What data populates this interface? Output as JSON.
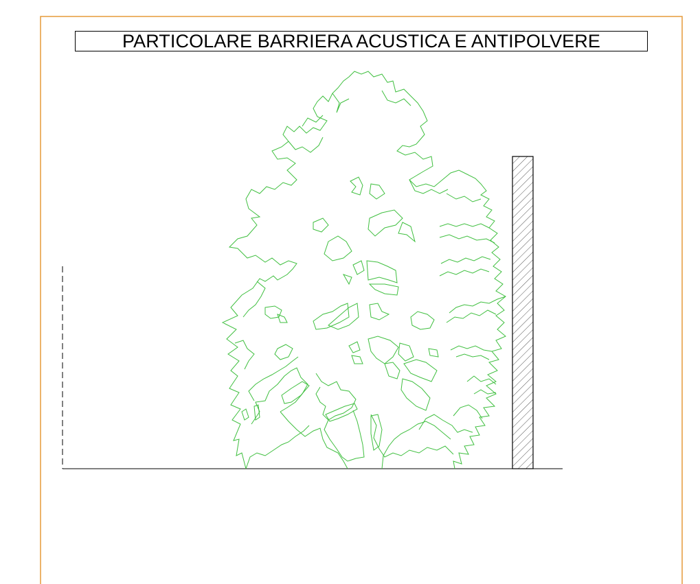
{
  "drawing": {
    "title": "PARTICOLARE BARRIERA ACUSTICA E ANTIPOLVERE",
    "colors": {
      "frame": "#e59a3a",
      "vegetation": "#3fbf3f",
      "lines": "#000000",
      "hatch": "#555555"
    },
    "components": {
      "vegetation": "tree-canopy-outline",
      "barrier": "hatched-wall-section",
      "ground": "ground-line",
      "reference": "dashed-vertical-reference"
    }
  }
}
